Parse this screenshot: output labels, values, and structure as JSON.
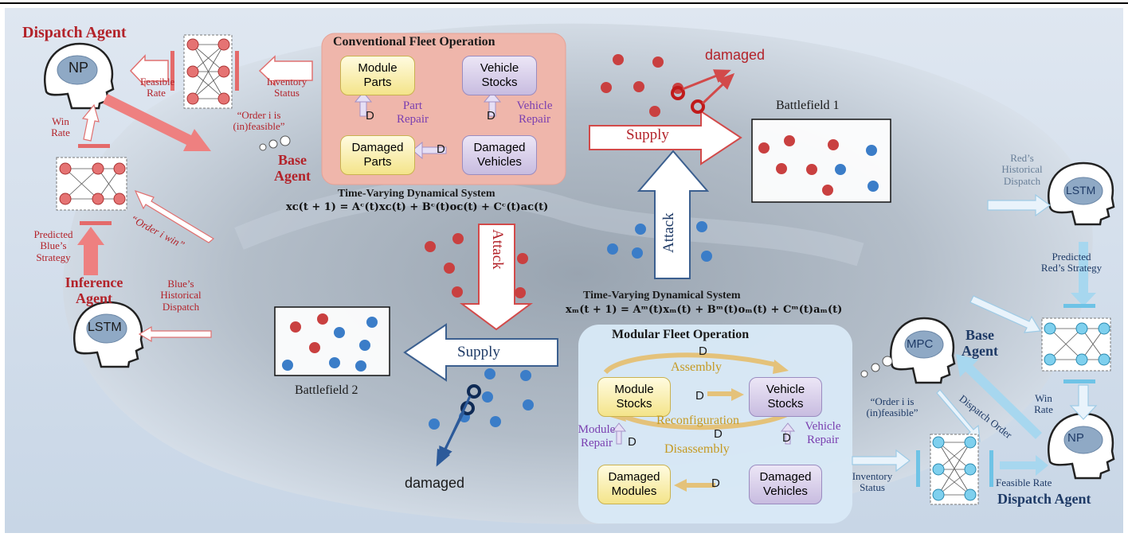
{
  "colors": {
    "red_team": "#c94040",
    "blue_team": "#3b7dc8",
    "pink_box": "#efb6ab",
    "blue_box": "#d8e8f6",
    "title_red": "#b3232a",
    "purple": "#7a3fb0",
    "gold": "#c59a22"
  },
  "left": {
    "dispatch_agent": "Dispatch Agent",
    "np": "NP",
    "feasible_rate": [
      "Feasible",
      "Rate"
    ],
    "inventory_status": [
      "Inventory",
      "Status"
    ],
    "order_feasible": [
      "“Order i is",
      "(in)feasible”"
    ],
    "base_agent": [
      "Base",
      "Agent"
    ],
    "win_rate": [
      "Win",
      "Rate"
    ],
    "order_win": "“Order i win”",
    "predicted_strategy": [
      "Predicted",
      "Blue’s",
      "Strategy"
    ],
    "inference_agent": [
      "Inference",
      "Agent"
    ],
    "historical_dispatch": [
      "Blue’s",
      "Historical",
      "Dispatch"
    ],
    "lstm": "LSTM"
  },
  "conventional": {
    "title": "Conventional Fleet Operation",
    "module_parts": "Module\nParts",
    "vehicle_stocks": "Vehicle\nStocks",
    "damaged_parts": "Damaged\nParts",
    "damaged_vehicles": "Damaged\nVehicles",
    "part_repair": [
      "Part",
      "Repair"
    ],
    "vehicle_repair": [
      "Vehicle",
      "Repair"
    ],
    "d": "D",
    "system_title": "Time-Varying Dynamical System",
    "equation": "xᴄ(t + 1) = Aᶜ(t)xᴄ(t) + Bᶜ(t)oᴄ(t) + Cᶜ(t)aᴄ(t)"
  },
  "center": {
    "damaged": "damaged",
    "battlefield1": "Battlefield 1",
    "battlefield2": "Battlefield 2",
    "supply": "Supply",
    "attack": "Attack"
  },
  "modular": {
    "system_title": "Time-Varying Dynamical System",
    "equation": "xₘ(t + 1) = Aᵐ(t)xₘ(t) + Bᵐ(t)oₘ(t) + Cᵐ(t)aₘ(t)",
    "title": "Modular Fleet Operation",
    "module_stocks": "Module\nStocks",
    "vehicle_stocks": "Vehicle\nStocks",
    "damaged_modules": "Damaged\nModules",
    "damaged_vehicles": "Damaged\nVehicles",
    "assembly": "Assembly",
    "reconfiguration": "Reconfiguration",
    "disassembly": "Disassembly",
    "module_repair": [
      "Module",
      "Repair"
    ],
    "vehicle_repair": [
      "Vehicle",
      "Repair"
    ],
    "d": "D"
  },
  "right": {
    "historical_dispatch": [
      "Red’s",
      "Historical",
      "Dispatch"
    ],
    "lstm": "LSTM",
    "predicted_strategy": [
      "Predicted",
      "Red’s Strategy"
    ],
    "mpc": "MPC",
    "base_agent": [
      "Base",
      "Agent"
    ],
    "order_feasible": [
      "“Order i is",
      "(in)feasible”"
    ],
    "dispatch_order": "Dispatch Order",
    "win_rate": [
      "Win",
      "Rate"
    ],
    "inventory_status": [
      "Inventory",
      "Status"
    ],
    "feasible_rate": "Feasible Rate",
    "np": "NP",
    "dispatch_agent": "Dispatch Agent"
  }
}
